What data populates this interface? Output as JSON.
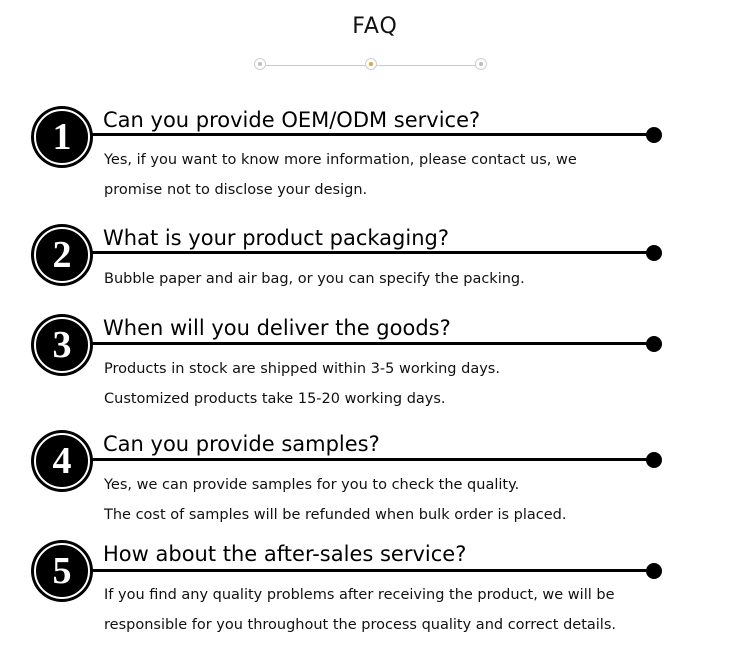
{
  "page": {
    "title": "FAQ"
  },
  "faqs": [
    {
      "number": "1",
      "question": "Can you provide OEM/ODM service?",
      "answer_lines": [
        "Yes, if you want to know more information, please contact us, we",
        "promise not to disclose your design."
      ]
    },
    {
      "number": "2",
      "question": "What is your product packaging?",
      "answer_lines": [
        "Bubble paper and air bag, or you can specify the packing."
      ]
    },
    {
      "number": "3",
      "question": "When will you deliver the goods?",
      "answer_lines": [
        "Products in stock are shipped within 3-5 working days.",
        "Customized products take 15-20 working days."
      ]
    },
    {
      "number": "4",
      "question": "Can you provide samples?",
      "answer_lines": [
        "Yes, we can provide samples for you to check the quality.",
        "The cost of samples will be refunded when bulk order is placed."
      ]
    },
    {
      "number": "5",
      "question": "How about the after-sales service?",
      "answer_lines": [
        "If you find any quality problems after receiving the product, we will be",
        "responsible for you throughout the process quality and correct details."
      ]
    }
  ],
  "colors": {
    "text": "#111111",
    "accent_dot": "#e1a63a",
    "badge": "#000000"
  }
}
